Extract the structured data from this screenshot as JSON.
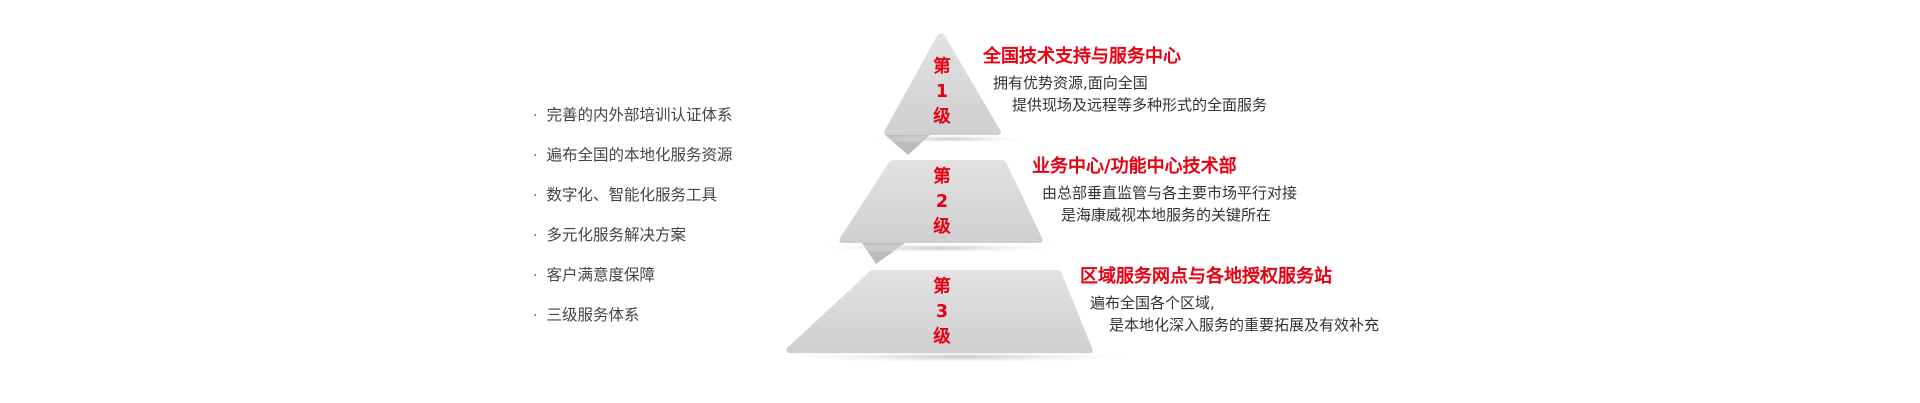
{
  "colors": {
    "accent": "#e60012",
    "tier_fill": "#d9d9d9",
    "tier_shade": "#bdbdbd",
    "bullet_text": "#444444",
    "body_text": "#333333"
  },
  "features": [
    "完善的内外部培训认证体系",
    "遍布全国的本地化服务资源",
    "数字化、智能化服务工具",
    "多元化服务解决方案",
    "客户满意度保障",
    "三级服务体系"
  ],
  "tiers": [
    {
      "label_top": "第",
      "label_num": "1",
      "label_bottom": "级",
      "title": "全国技术支持与服务中心",
      "lines": [
        "拥有优势资源,面向全国",
        "提供现场及远程等多种形式的全面服务"
      ]
    },
    {
      "label_top": "第",
      "label_num": "2",
      "label_bottom": "级",
      "title": "业务中心/功能中心技术部",
      "lines": [
        "由总部垂直监管与各主要市场平行对接",
        "是海康威视本地服务的关键所在"
      ]
    },
    {
      "label_top": "第",
      "label_num": "3",
      "label_bottom": "级",
      "title": "区域服务网点与各地授权服务站",
      "lines": [
        "遍布全国各个区域,",
        "是本地化深入服务的重要拓展及有效补充"
      ]
    }
  ]
}
